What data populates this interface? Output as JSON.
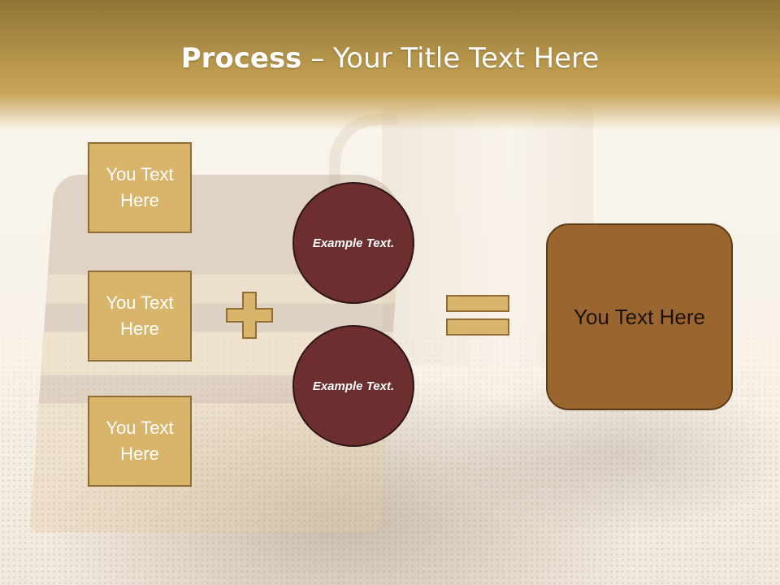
{
  "slide": {
    "title_bold": "Process",
    "title_rest": " – Your Title Text Here"
  },
  "left_boxes": [
    {
      "label": "You Text Here"
    },
    {
      "label": "You Text Here"
    },
    {
      "label": "You Text Here"
    }
  ],
  "circles": [
    {
      "label": "Example Text."
    },
    {
      "label": "Example Text."
    }
  ],
  "result_box": {
    "label": "You Text Here"
  },
  "colors": {
    "header_gold": "#b5944a",
    "box_fill": "#d8b56a",
    "box_border": "#8e6e35",
    "circle_fill": "#6c2e2e",
    "result_fill": "#9b6530"
  },
  "icons": {
    "plus": "plus-icon",
    "equals": "equals-icon"
  }
}
